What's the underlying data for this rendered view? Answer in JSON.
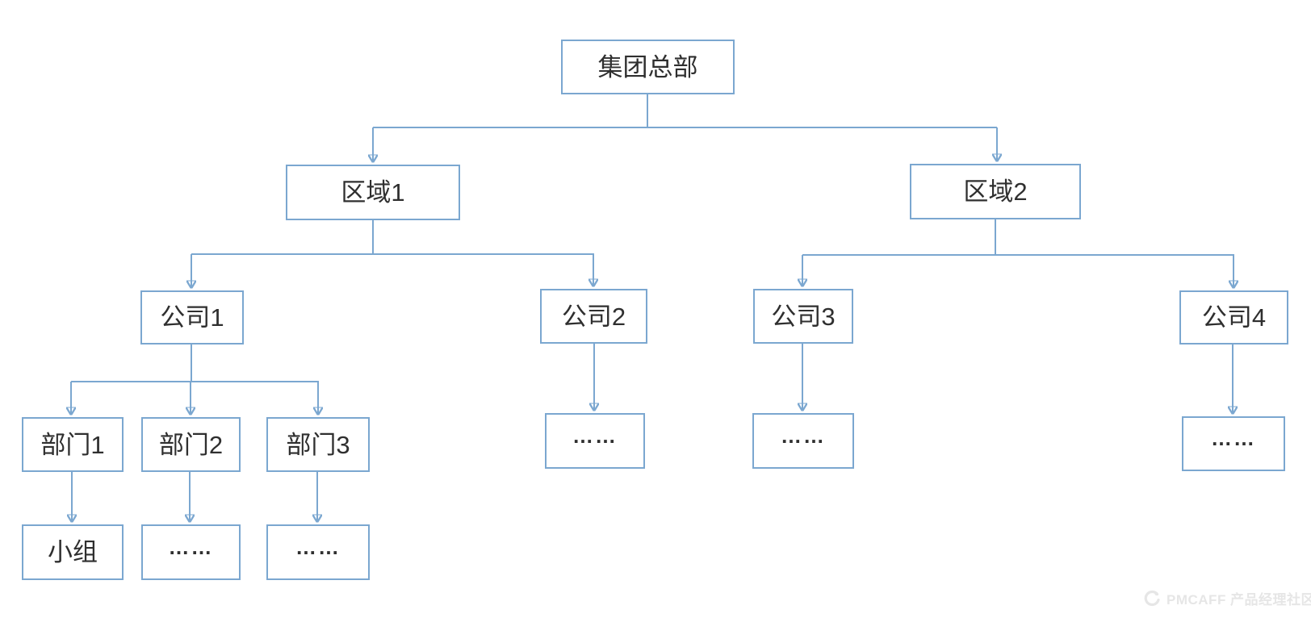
{
  "diagram": {
    "type": "org-chart",
    "nodes": {
      "hq": {
        "label": "集团总部"
      },
      "region1": {
        "label": "区域1"
      },
      "region2": {
        "label": "区域2"
      },
      "company1": {
        "label": "公司1"
      },
      "company2": {
        "label": "公司2"
      },
      "company3": {
        "label": "公司3"
      },
      "company4": {
        "label": "公司4"
      },
      "dept1": {
        "label": "部门1"
      },
      "dept2": {
        "label": "部门2"
      },
      "dept3": {
        "label": "部门3"
      },
      "more_c2": {
        "label": "……"
      },
      "more_c3": {
        "label": "……"
      },
      "more_c4": {
        "label": "……"
      },
      "team": {
        "label": "小组"
      },
      "more_d2": {
        "label": "……"
      },
      "more_d3": {
        "label": "……"
      }
    },
    "edges": [
      {
        "from": "集团总部",
        "to": "区域1"
      },
      {
        "from": "集团总部",
        "to": "区域2"
      },
      {
        "from": "区域1",
        "to": "公司1"
      },
      {
        "from": "区域1",
        "to": "公司2"
      },
      {
        "from": "区域2",
        "to": "公司3"
      },
      {
        "from": "区域2",
        "to": "公司4"
      },
      {
        "from": "公司1",
        "to": "部门1"
      },
      {
        "from": "公司1",
        "to": "部门2"
      },
      {
        "from": "公司1",
        "to": "部门3"
      },
      {
        "from": "公司2",
        "to": "……"
      },
      {
        "from": "公司3",
        "to": "……"
      },
      {
        "from": "公司4",
        "to": "……"
      },
      {
        "from": "部门1",
        "to": "小组"
      },
      {
        "from": "部门2",
        "to": "……"
      },
      {
        "from": "部门3",
        "to": "……"
      }
    ],
    "colors": {
      "line": "#7ba7d0",
      "box_border": "#7ba7d0",
      "text": "#2f2f2f",
      "background": "#ffffff"
    }
  },
  "watermark": {
    "text": "PMCAFF 产品经理社区",
    "color": "#e6e6e6",
    "logo": "pmcaff-circle-logo"
  }
}
